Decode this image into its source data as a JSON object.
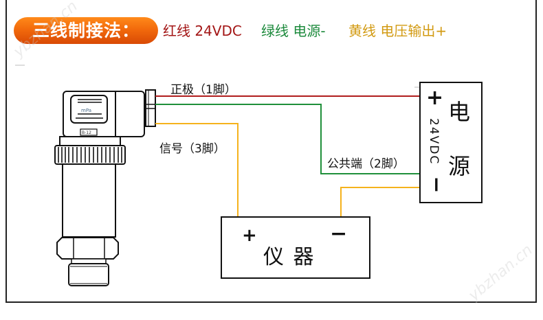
{
  "header": {
    "title": "三线制接法：",
    "red_wire": "红线 24VDC",
    "green_wire": "绿线 电源-",
    "yellow_wire": "黄线 电压输出+"
  },
  "colors": {
    "accent_orange": "#f26a0c",
    "red": "#a31616",
    "green": "#1c8a3c",
    "yellow": "#d29a12",
    "wire_red": "#b01c1c",
    "wire_green": "#1f8f3a",
    "wire_yellow": "#f5b21c"
  },
  "transmitter": {
    "display_unit": "mPa",
    "model_tag": "B-12"
  },
  "wires": {
    "positive_label": "正极（1脚）",
    "signal_label": "信号（3脚）",
    "common_label": "公共端（2脚）"
  },
  "power_supply": {
    "plus": "+",
    "minus": "−",
    "voltage": "24VDC",
    "char1": "电",
    "char2": "源"
  },
  "instrument": {
    "plus": "+",
    "minus": "−",
    "label": "仪 器"
  },
  "watermark": "ybzhan.cn"
}
